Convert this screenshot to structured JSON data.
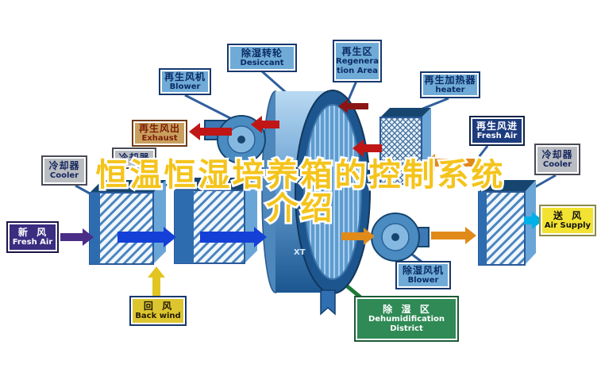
{
  "title": {
    "line1": "恒温恒湿培养箱的控制系统",
    "line2": "介绍"
  },
  "labels": {
    "desiccant": {
      "zh": "除湿转轮",
      "en": "Desiccant"
    },
    "regeneration_area": {
      "zh": "再生区",
      "en": "Regeneration Area"
    },
    "regen_blower": {
      "zh": "再生风机",
      "en": "Blower"
    },
    "regen_exhaust": {
      "zh": "再生风出",
      "en": "Exhaust"
    },
    "regen_heater": {
      "zh": "再生加热器",
      "en": "heater"
    },
    "regen_fresh_air": {
      "zh": "再生风进",
      "en": "Fresh Air"
    },
    "cooler_left": {
      "zh": "冷却器",
      "en": "Cooler"
    },
    "cooler_mid": {
      "zh": "冷却器"
    },
    "fresh_air": {
      "zh": "新  风",
      "en": "Fresh Air"
    },
    "back_wind": {
      "zh": "回  风",
      "en": "Back wind"
    },
    "air_supply": {
      "zh": "送  风",
      "en": "Air Supply"
    },
    "dehum_blower": {
      "zh": "除湿风机",
      "en": "Blower"
    },
    "dehum_district": {
      "zh": "除  湿  区",
      "en": "Dehumidification District"
    },
    "cooler_right": {
      "zh": "冷却器",
      "en": "Cooler"
    },
    "drum_mark": "XT"
  },
  "colors": {
    "title_fill": "#f4c41c",
    "title_outline": "#ffffff",
    "regen_path_arrow": "#c01616",
    "process_air_arrow": "#1540d8",
    "hot_air_arrow": "#e08a1a",
    "fresh_air_arrow": "#4a2d86",
    "return_air_arrow": "#e2c521",
    "supply_air_arrow": "#00b0e8",
    "dehum_link": "#1e7a38",
    "drum_blue": "#1d568e"
  }
}
